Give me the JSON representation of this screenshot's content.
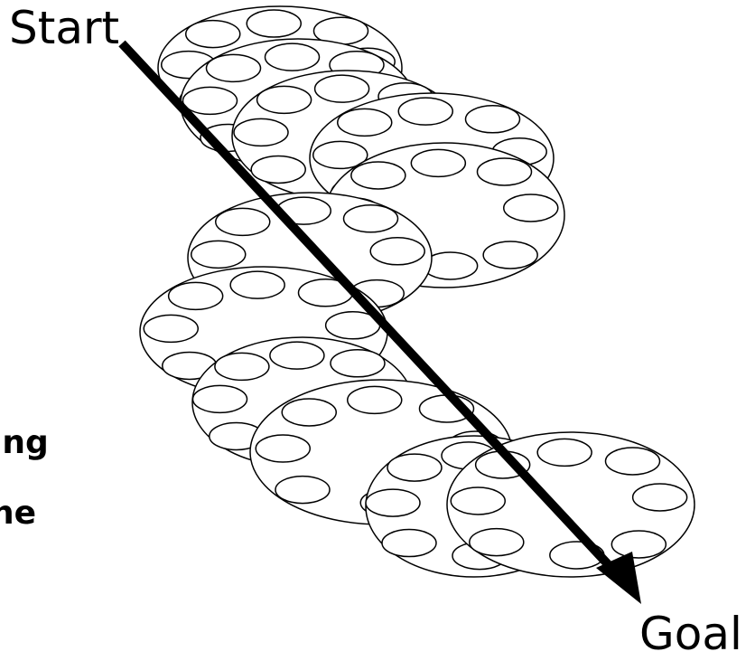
{
  "labels": {
    "start": "Start",
    "goal": "Goal",
    "side_line_1": "ing",
    "side_line_2": "ne"
  },
  "colors": {
    "stroke": "#000000",
    "fill": "#ffffff",
    "text": "#000000"
  }
}
